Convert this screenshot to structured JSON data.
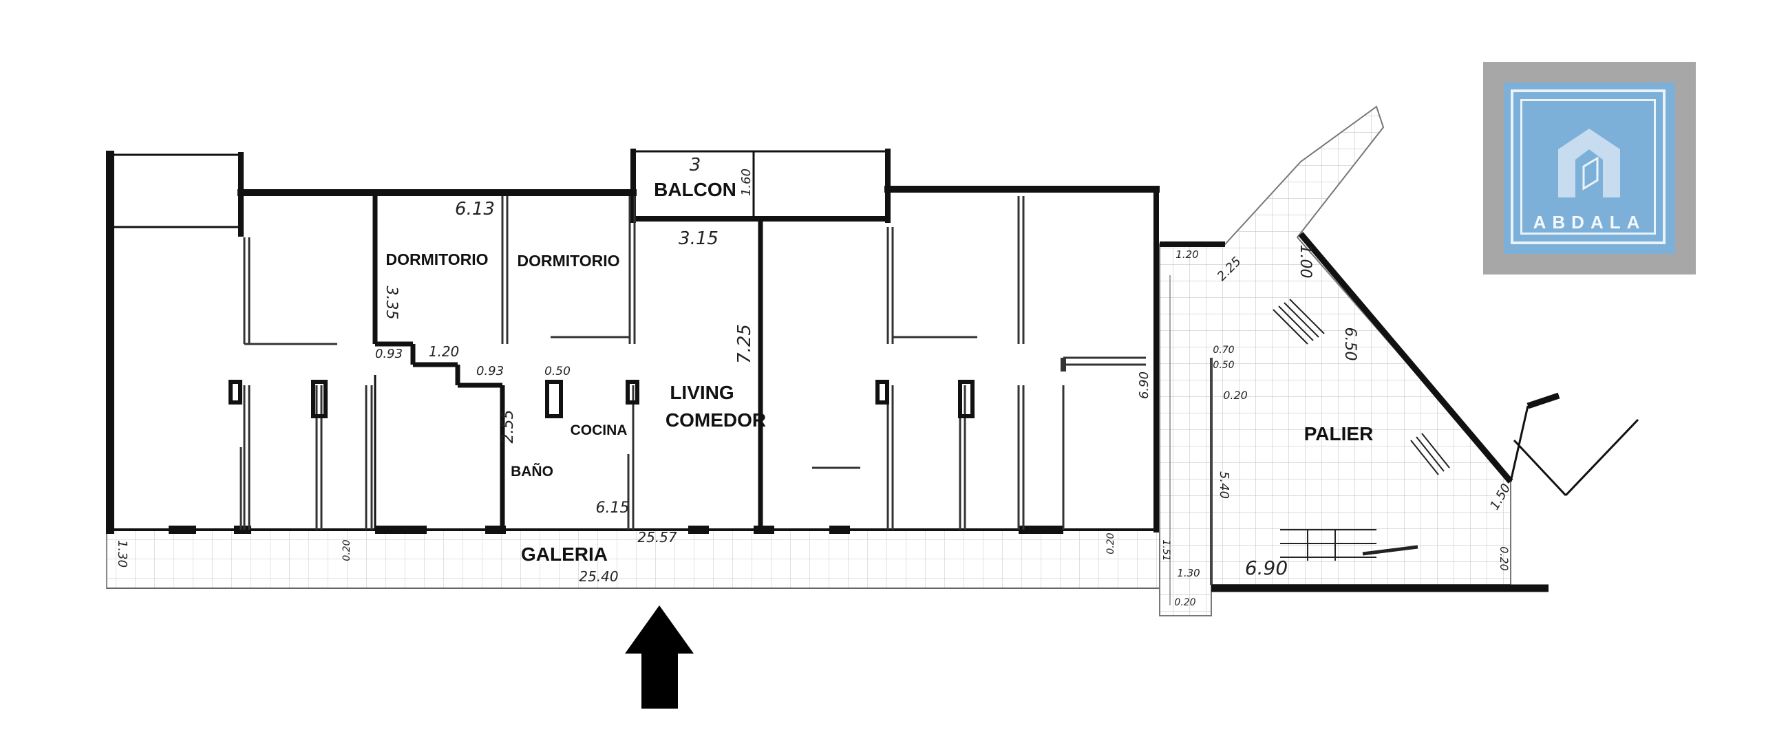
{
  "brand": {
    "name": "ABDALA"
  },
  "rooms": {
    "balcon": "BALCON",
    "dormitorio_1": "DORMITORIO",
    "dormitorio_2": "DORMITORIO",
    "living_1": "LIVING",
    "living_2": "COMEDOR",
    "cocina": "COCINA",
    "bano": "BAÑO",
    "galeria": "GALERIA",
    "palier": "PALIER"
  },
  "dimensions": {
    "balcon_w": "3",
    "balcon_d": "1.60",
    "dorm_w": "6.13",
    "living_w": "3.15",
    "dorm_d": "3.35",
    "step_a": "0.93",
    "step_b": "1.20",
    "step_c": "0.93",
    "bano_d": "2.55",
    "cocina_w": "0.50",
    "living_d": "7.25",
    "living_w2": "6.15",
    "front_a": "25.57",
    "front_b": "25.40",
    "galeria_d": "1.30",
    "gal_small_1": "0.20",
    "gal_small_2": "0.20",
    "palier_a": "1.20",
    "palier_b": "2.25",
    "palier_c": "1.00",
    "palier_d": "0.70",
    "palier_e": "0.50",
    "palier_f": "0.20",
    "palier_g": "5.40",
    "palier_h": "6.90",
    "palier_i": "6.50",
    "palier_j": "1.50",
    "palier_k": "0.20",
    "palier_l": "1.30",
    "palier_m": "0.20",
    "palier_n": "1.51"
  },
  "arrow": {
    "direction": "up",
    "meaning": "entrance"
  }
}
